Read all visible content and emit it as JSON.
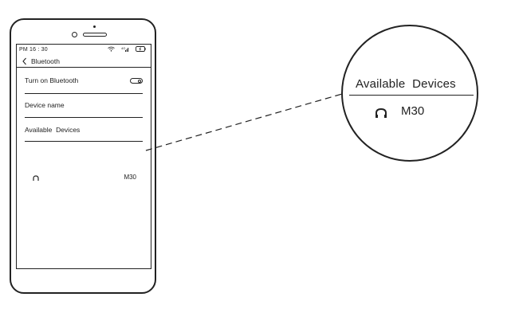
{
  "status_bar": {
    "time": "PM 16 : 30",
    "icons": [
      "wifi-icon",
      "signal-icon",
      "battery-icon"
    ]
  },
  "nav": {
    "back_icon": "chevron-left-icon",
    "title": "Bluetooth"
  },
  "settings": {
    "bluetooth_toggle_label": "Turn on Bluetooth",
    "device_name_label": "Device name",
    "available_devices_label": "Available  Devices"
  },
  "device": {
    "icon": "headphones-icon",
    "name": "M30"
  },
  "callout": {
    "title": "Available  Devices",
    "icon": "headphones-icon",
    "device_name": "M30"
  }
}
